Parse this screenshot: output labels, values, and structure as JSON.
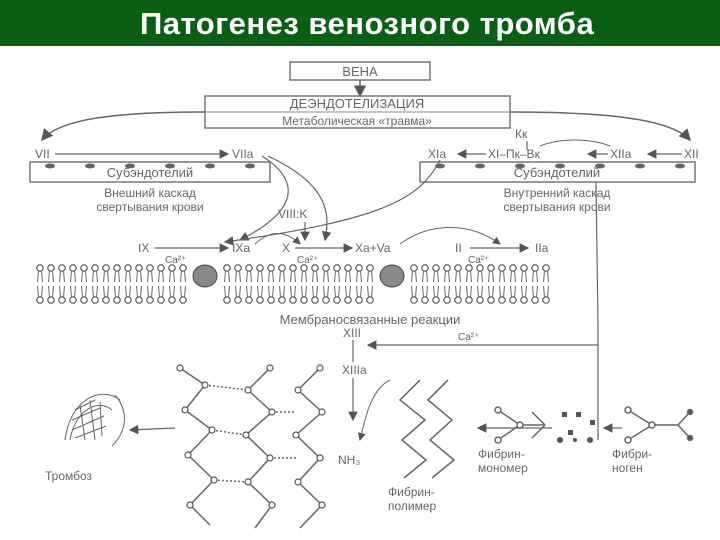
{
  "slide": {
    "title": "Патогенез венозного тромба"
  },
  "diagram": {
    "vena": "ВЕНА",
    "deendo": "ДЕЭНДОТЕЛИЗАЦИЯ",
    "trauma": "Метаболическая «травма»",
    "vii": "VII",
    "viia": "VIIa",
    "kk": "Кк",
    "xia": "XIa",
    "xi_chain": "XI–Пк–Вк",
    "xiia": "XIIa",
    "xii": "XII",
    "subendo_left": "Субэндотелий",
    "subendo_right": "Субэндотелий",
    "ext_cascade_1": "Внешний каскад",
    "ext_cascade_2": "свертывания крови",
    "int_cascade_1": "Внутренний каскад",
    "int_cascade_2": "свертывания крови",
    "viiik": "VIII:K",
    "ix": "IX",
    "ixa": "IXa",
    "x": "X",
    "xa_va": "Xa+Va",
    "ii": "II",
    "iia": "IIa",
    "ca1": "Ca²⁺",
    "ca2": "Ca²⁺",
    "ca3": "Ca²⁺",
    "ca4": "Ca²⁺",
    "membrane": "Мембраносвязанные реакции",
    "xiii": "XIII",
    "xiiia": "XIIIa",
    "nh3": "NH₃",
    "tromboz": "Тромбоз",
    "fib_mono_1": "Фибрин-",
    "fib_mono_2": "мономер",
    "fib_poly_1": "Фибрин-",
    "fib_poly_2": "полимер",
    "fibrinogen_1": "Фибри-",
    "fibrinogen_2": "ноген"
  }
}
